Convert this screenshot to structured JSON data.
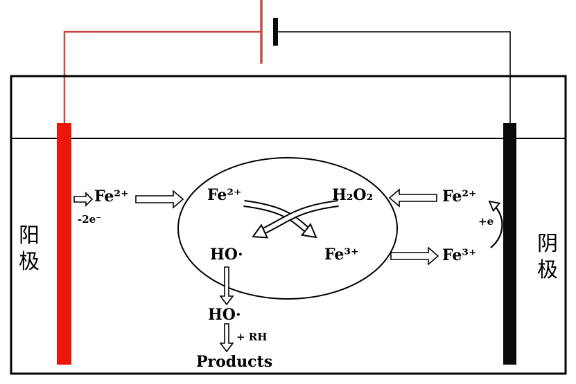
{
  "diagram": {
    "anode_label": "阳极",
    "cathode_label": "阴极",
    "anode_side": {
      "fe2": "Fe²⁺",
      "electron_loss": "-2e⁻"
    },
    "fenton_cycle": {
      "fe2": "Fe²⁺",
      "h2o2": "H₂O₂",
      "ho": "HO·",
      "fe3": "Fe³⁺"
    },
    "cathode_side": {
      "fe2": "Fe²⁺",
      "fe3": "Fe³⁺",
      "electron_gain": "+e"
    },
    "oxidation_path": {
      "ho": "HO·",
      "rh": "+ RH",
      "products": "Products"
    },
    "colors": {
      "anode": "#ee1508",
      "cathode": "#0a0a0a",
      "anode_wire": "#c64a3f",
      "cathode_wire": "#222222"
    }
  }
}
